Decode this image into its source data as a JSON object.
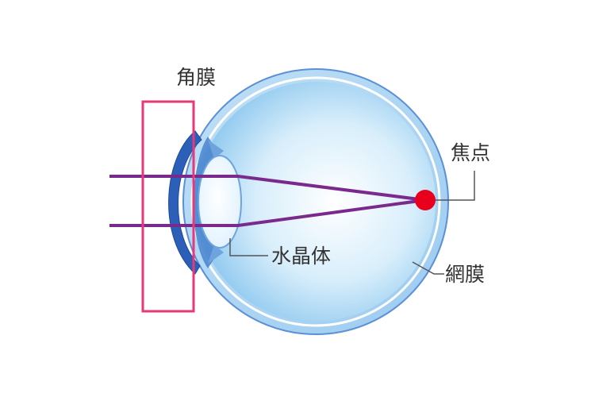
{
  "labels": {
    "cornea": "角膜",
    "focal_point": "焦点",
    "lens": "水晶体",
    "retina": "網膜"
  },
  "colors": {
    "eye_outline": "#5b8fd6",
    "eye_fill_center": "#ffffff",
    "eye_fill_edge": "#8ac6ee",
    "cornea": "#2c5fb8",
    "light_ray": "#7a2a8c",
    "focal_dot": "#e8001c",
    "highlight_box": "#e6397a",
    "leader_line": "#555555"
  }
}
